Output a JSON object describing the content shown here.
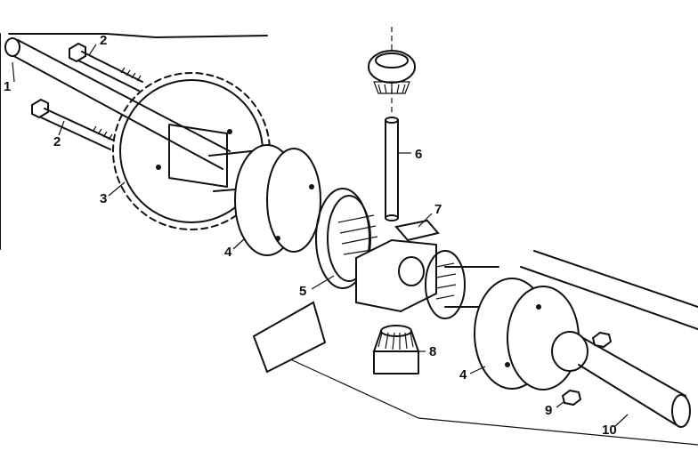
{
  "callouts": {
    "c1": "1",
    "c2a": "2",
    "c2b": "2",
    "c3": "3",
    "c4a": "4",
    "c4b": "4",
    "c5": "5",
    "c6": "6",
    "c7": "7",
    "c8": "8",
    "c9": "9",
    "c10": "10"
  }
}
